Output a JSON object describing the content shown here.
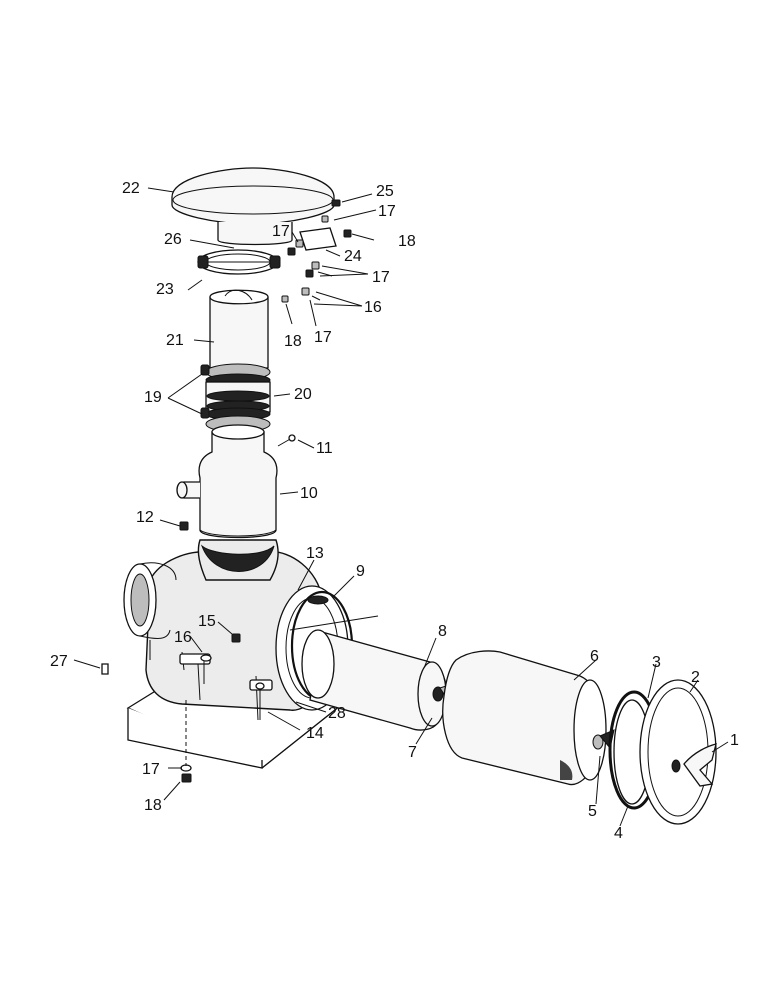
{
  "diagram": {
    "callouts": [
      {
        "id": "c1",
        "text": "1"
      },
      {
        "id": "c2",
        "text": "2"
      },
      {
        "id": "c3",
        "text": "3"
      },
      {
        "id": "c4",
        "text": "4"
      },
      {
        "id": "c5",
        "text": "5"
      },
      {
        "id": "c6",
        "text": "6"
      },
      {
        "id": "c7",
        "text": "7"
      },
      {
        "id": "c8",
        "text": "8"
      },
      {
        "id": "c9",
        "text": "9"
      },
      {
        "id": "c10",
        "text": "10"
      },
      {
        "id": "c11",
        "text": "11"
      },
      {
        "id": "c12",
        "text": "12"
      },
      {
        "id": "c13",
        "text": "13"
      },
      {
        "id": "c14",
        "text": "14"
      },
      {
        "id": "c15",
        "text": "15"
      },
      {
        "id": "c16a",
        "text": "16"
      },
      {
        "id": "c16b",
        "text": "16"
      },
      {
        "id": "c17a",
        "text": "17"
      },
      {
        "id": "c17b",
        "text": "17"
      },
      {
        "id": "c17c",
        "text": "17"
      },
      {
        "id": "c17d",
        "text": "17"
      },
      {
        "id": "c17e",
        "text": "17"
      },
      {
        "id": "c18a",
        "text": "18"
      },
      {
        "id": "c18b",
        "text": "18"
      },
      {
        "id": "c18c",
        "text": "18"
      },
      {
        "id": "c19",
        "text": "19"
      },
      {
        "id": "c20",
        "text": "20"
      },
      {
        "id": "c21",
        "text": "21"
      },
      {
        "id": "c22",
        "text": "22"
      },
      {
        "id": "c23",
        "text": "23"
      },
      {
        "id": "c24",
        "text": "24"
      },
      {
        "id": "c25",
        "text": "25"
      },
      {
        "id": "c26",
        "text": "26"
      },
      {
        "id": "c27",
        "text": "27"
      },
      {
        "id": "c28",
        "text": "28"
      }
    ]
  }
}
